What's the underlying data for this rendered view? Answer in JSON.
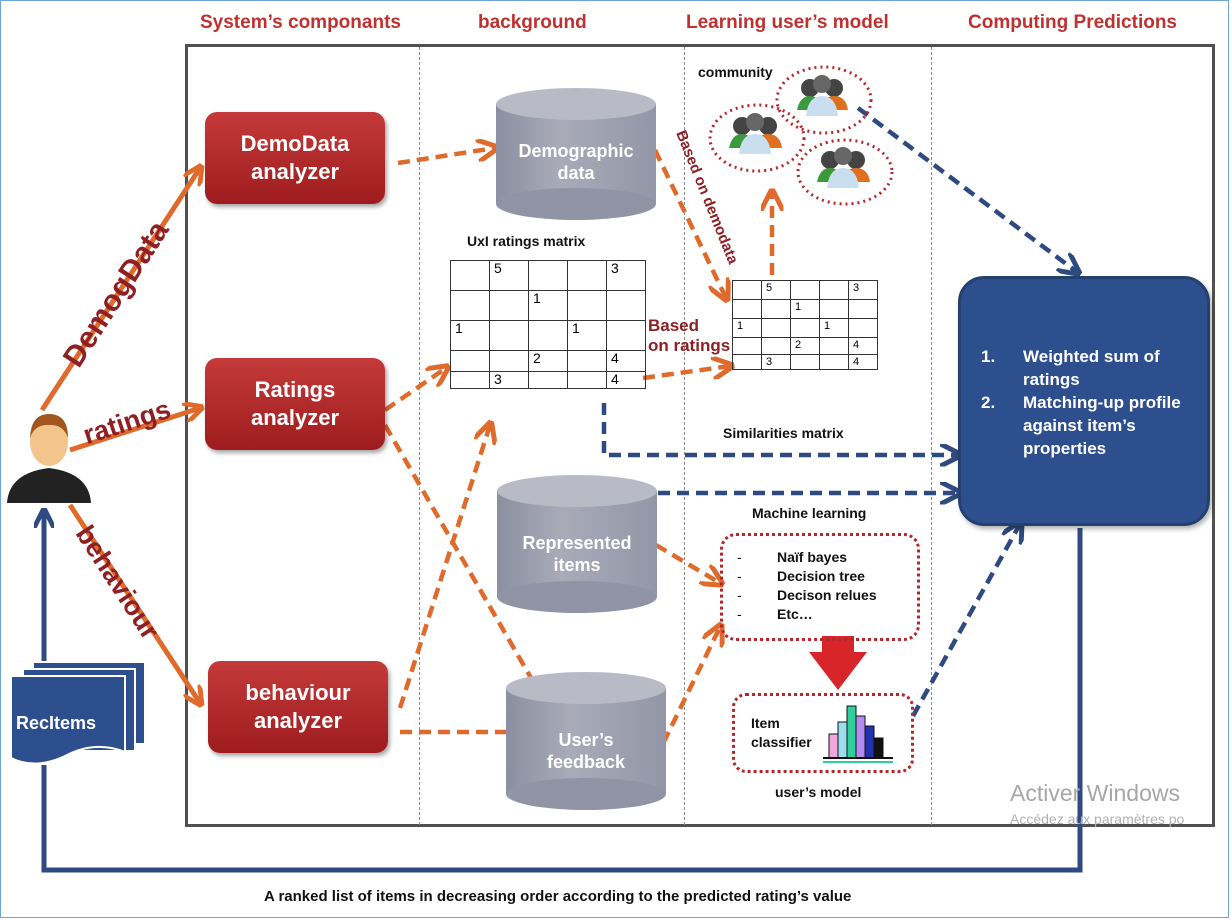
{
  "columns": {
    "components": "System’s componants",
    "background": "background",
    "learning": "Learning user’s model",
    "computing": "Computing Predictions"
  },
  "analyzers": {
    "demo_line1": "DemoData",
    "demo_line2": "analyzer",
    "ratings_line1": "Ratings",
    "ratings_line2": "analyzer",
    "behaviour_line1": "behaviour",
    "behaviour_line2": "analyzer"
  },
  "inputs": {
    "demog": "DemogData",
    "ratings": "ratings",
    "behaviour": "behaviour"
  },
  "databases": {
    "demographic_line1": "Demographic",
    "demographic_line2": "data",
    "represented_line1": "Represented",
    "represented_line2": "items",
    "feedback_line1": "User’s",
    "feedback_line2": "feedback"
  },
  "ratings_matrix": {
    "title": "UxI ratings matrix",
    "rows": [
      [
        "",
        "5",
        "",
        "",
        "3"
      ],
      [
        "",
        "",
        "1",
        "",
        ""
      ],
      [
        "1",
        "",
        "",
        "1",
        ""
      ],
      [
        "",
        "",
        "2",
        "",
        "4"
      ],
      [
        "",
        "3",
        "",
        "",
        "4"
      ]
    ]
  },
  "similarities_matrix": {
    "title": "Similarities matrix",
    "rows": [
      [
        "",
        "5",
        "",
        "",
        "3"
      ],
      [
        "",
        "",
        "1",
        "",
        ""
      ],
      [
        "1",
        "",
        "",
        "1",
        ""
      ],
      [
        "",
        "",
        "2",
        "",
        "4"
      ],
      [
        "",
        "3",
        "",
        "",
        "4"
      ]
    ]
  },
  "labels": {
    "community": "community",
    "based_on_demodata": "Based on demodata",
    "based_on_ratings_line1": "Based",
    "based_on_ratings_line2": "on ratings",
    "machine_learning": "Machine learning",
    "users_model": "user’s model",
    "item_classifier_line1": "Item",
    "item_classifier_line2": "classifier"
  },
  "ml_methods": [
    "Naïf bayes",
    "Decision tree",
    "Decison relues",
    "Etc…"
  ],
  "ml_dash": "-",
  "predictions": [
    {
      "num": "1.",
      "text": "Weighted sum of ratings"
    },
    {
      "num": "2.",
      "text": "Matching-up profile against item’s properties"
    }
  ],
  "recitems": "RecItems",
  "watermark": {
    "line1": "Activer Windows",
    "line2": "Accédez aux paramètres po"
  },
  "bottom_caption": "A ranked list of items in decreasing order according to the predicted rating’s value",
  "colors": {
    "orange_arrow": "#e06a2c",
    "blue_arrow": "#2f4a80",
    "analyzer_red": "#b02628",
    "heading_red": "#c0302e",
    "prediction_blue": "#2e4f8e"
  }
}
